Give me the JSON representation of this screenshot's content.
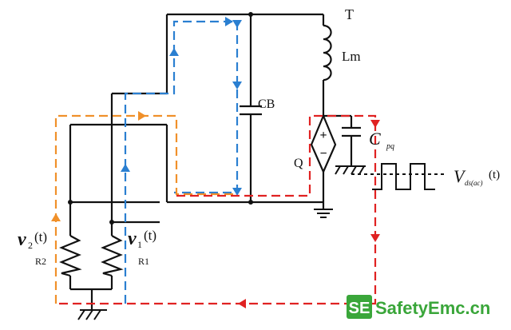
{
  "labels": {
    "transformer": "T",
    "magnetizing_inductance": "Lm",
    "capacitor_b": "CB",
    "capacitor_pq": "C",
    "capacitor_pq_sub": "pq",
    "switch": "Q",
    "resistor_2": "R2",
    "resistor_1": "R1",
    "voltage_2": "v",
    "voltage_2_sub": "2",
    "voltage_2_arg": "(t)",
    "voltage_1": "v",
    "voltage_1_sub": "1",
    "voltage_1_arg": "(t)",
    "vds": "V",
    "vds_sub": "ds(ac)",
    "vds_arg": "(t)",
    "plus_sign": "+",
    "minus_sign": "−"
  },
  "watermark": {
    "logo_text": "SE",
    "site_text": "SafetyEmc.cn"
  },
  "colors": {
    "wire": "#111111",
    "path_blue": "#2a7fd1",
    "path_orange": "#f0902a",
    "path_red": "#e02222",
    "watermark_green": "#3aa63a"
  }
}
